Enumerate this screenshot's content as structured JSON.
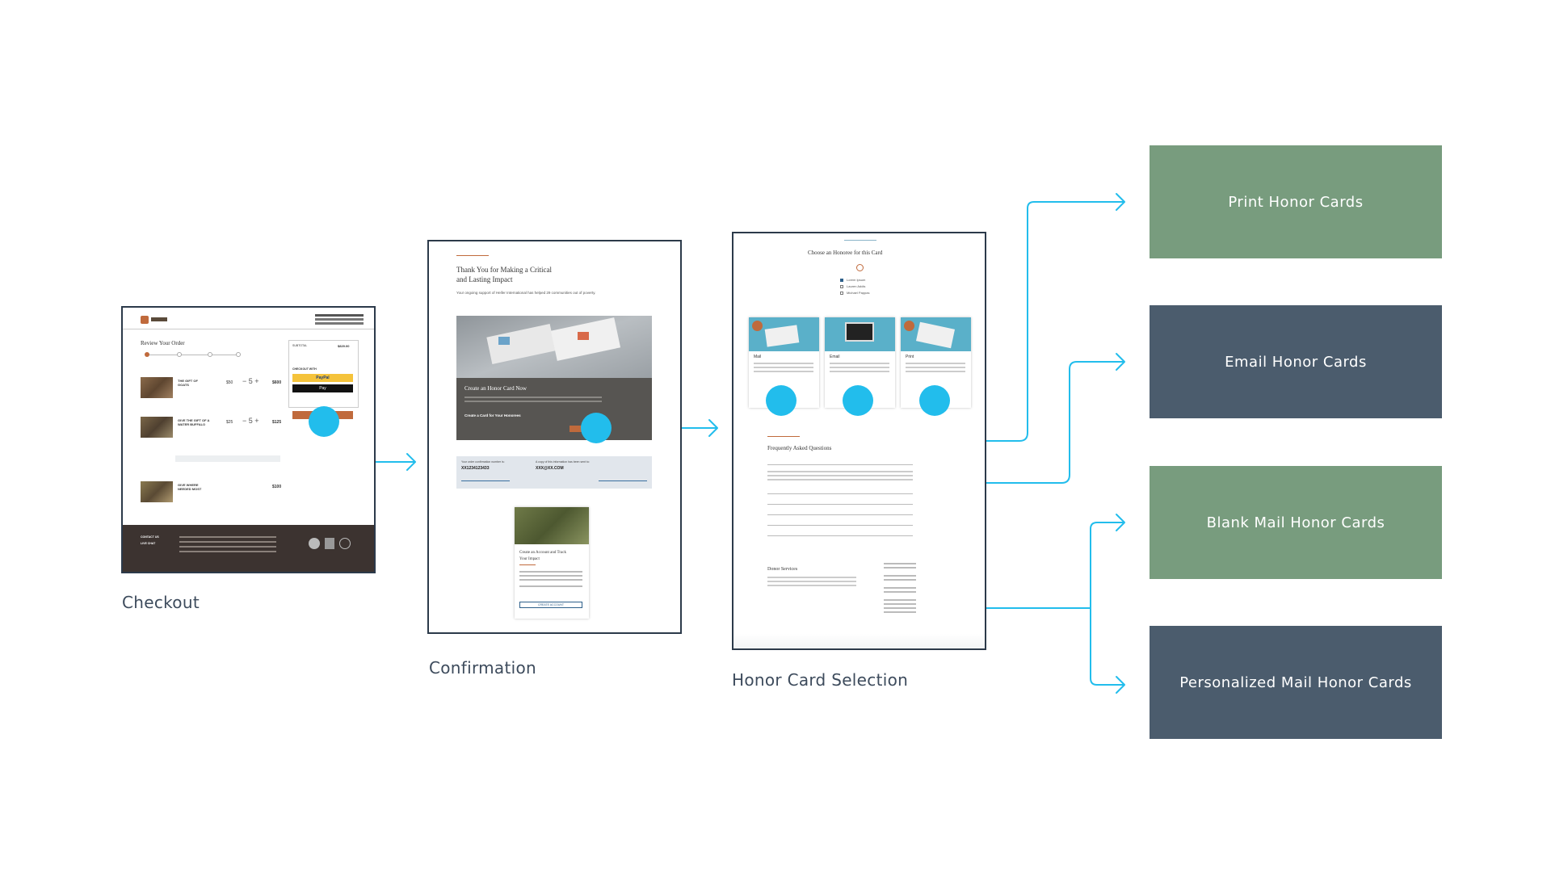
{
  "stages": {
    "checkout": {
      "label": "Checkout",
      "mock": {
        "heading": "Review Your Order",
        "subtotal_label": "SUBTOTAL",
        "subtotal_value": "$829.00",
        "checkout_with": "CHECKOUT WITH",
        "paypal": "PayPal",
        "applepay": "Pay",
        "items": [
          {
            "title": "THE GIFT OF GOATS",
            "price": "$50",
            "total": "$600"
          },
          {
            "title": "GIVE THE GIFT OF A WATER BUFFALO",
            "price": "$25",
            "total": "$125"
          },
          {
            "title": "GIVE WHERE NEEDED MOST",
            "price": "",
            "total": "$100"
          }
        ],
        "footer_contact": "CONTACT US",
        "footer_chat": "LIVE CHAT"
      }
    },
    "confirmation": {
      "label": "Confirmation",
      "mock": {
        "title_line1": "Thank You for Making a Critical",
        "title_line2": "and Lasting Impact",
        "intro": "Your ongoing support of Heifer International has helped 29 communities out of poverty.",
        "banner_title": "Create an Honor Card Now",
        "banner_cta": "Create a Card for Your Honorees",
        "confirmation_label": "Your order confirmation number is:",
        "confirmation_number": "XX1234123433",
        "email_label": "A copy of this information has been sent to:",
        "email_value": "XXX@XX.COM",
        "card_title_line1": "Create an Account and Track",
        "card_title_line2": "Your Impact",
        "card_button": "CREATE ACCOUNT"
      }
    },
    "honor_card_selection": {
      "label": "Honor Card Selection",
      "mock": {
        "heading": "Choose an Honoree for this Card",
        "honorees": [
          "Lorem Ipsum",
          "Lauren Addis",
          "Michael Pappas"
        ],
        "options": [
          "Mail",
          "Email",
          "Print"
        ],
        "faq_heading": "Frequently Asked Questions",
        "donor_services": "Donor Services"
      }
    }
  },
  "destinations": [
    {
      "label": "Print Honor Cards",
      "color": "#789c7e"
    },
    {
      "label": "Email Honor Cards",
      "color": "#4b5c6d"
    },
    {
      "label": "Blank Mail Honor Cards",
      "color": "#789c7e"
    },
    {
      "label": "Personalized Mail Honor Cards",
      "color": "#4b5c6d"
    }
  ],
  "colors": {
    "connector": "#22bdec",
    "frame": "#2c3a4a",
    "accent": "#c06a3c"
  }
}
